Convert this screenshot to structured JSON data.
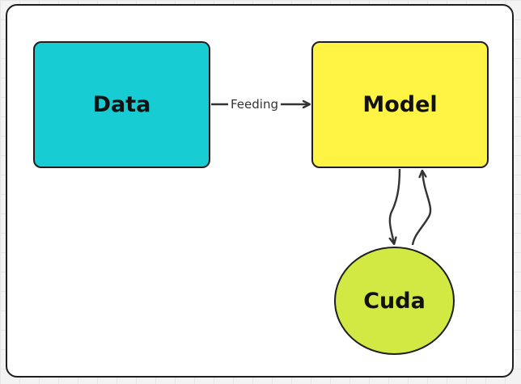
{
  "diagram": {
    "nodes": {
      "data": {
        "label": "Data",
        "color": "#17cdd3"
      },
      "model": {
        "label": "Model",
        "color": "#fff444"
      },
      "cuda": {
        "label": "Cuda",
        "color": "#d2e944"
      }
    },
    "edges": {
      "data_to_model": {
        "label": "Feeding"
      },
      "model_to_cuda": {
        "label": ""
      },
      "cuda_to_model": {
        "label": ""
      }
    },
    "colors": {
      "line": "#333333",
      "frame_border": "#1f1f1f"
    }
  }
}
